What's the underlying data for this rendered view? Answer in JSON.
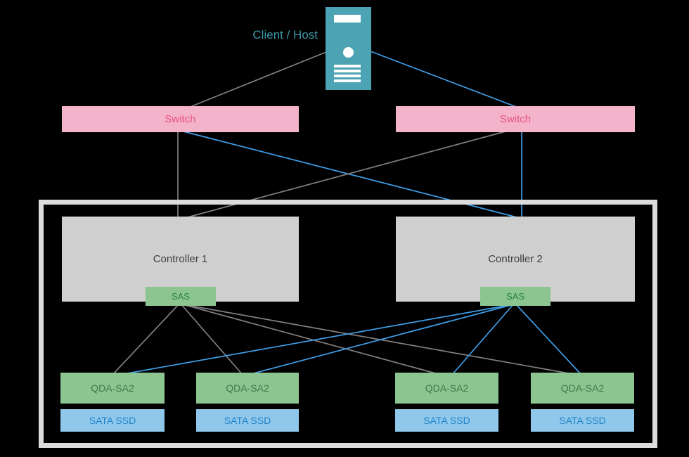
{
  "client_host": {
    "label": "Client / Host"
  },
  "switches": [
    {
      "label": "Switch"
    },
    {
      "label": "Switch"
    }
  ],
  "controllers": [
    {
      "label": "Controller 1"
    },
    {
      "label": "Controller 2"
    }
  ],
  "sas_ports": [
    {
      "label": "SAS"
    },
    {
      "label": "SAS"
    }
  ],
  "adapters": [
    {
      "label": "QDA-SA2"
    },
    {
      "label": "QDA-SA2"
    },
    {
      "label": "QDA-SA2"
    },
    {
      "label": "QDA-SA2"
    }
  ],
  "drives": [
    {
      "label": "SATA SSD"
    },
    {
      "label": "SATA SSD"
    },
    {
      "label": "SATA SSD"
    },
    {
      "label": "SATA SSD"
    }
  ],
  "colors": {
    "background": "#000000",
    "server-teal": "#4BA3B3",
    "teal-text": "#3C96A6",
    "switch-pink": "#F3B3CB",
    "switch-text": "#E8537F",
    "controller-gray": "#CFCFCF",
    "controller-text": "#3E3E3E",
    "green-box": "#8CC590",
    "sas-text": "#27803C",
    "adapter-text": "#3E7947",
    "drive-blue": "#90C8EB",
    "drive-text": "#1F83C9",
    "line-gray": "#808080",
    "line-blue": "#3F9EE8",
    "enclosure-border": "#DCDCDC"
  },
  "connections": [
    {
      "from": "server",
      "to": "switch-1",
      "color": "gray"
    },
    {
      "from": "server",
      "to": "switch-2",
      "color": "blue"
    },
    {
      "from": "switch-1",
      "to": "controller-1",
      "color": "gray"
    },
    {
      "from": "switch-1",
      "to": "controller-2",
      "color": "blue"
    },
    {
      "from": "switch-2",
      "to": "controller-1",
      "color": "gray"
    },
    {
      "from": "switch-2",
      "to": "controller-2",
      "color": "blue"
    },
    {
      "from": "sas-1",
      "to": "qda-1",
      "color": "gray"
    },
    {
      "from": "sas-1",
      "to": "qda-2",
      "color": "gray"
    },
    {
      "from": "sas-1",
      "to": "qda-3",
      "color": "gray"
    },
    {
      "from": "sas-1",
      "to": "qda-4",
      "color": "gray"
    },
    {
      "from": "sas-2",
      "to": "qda-1",
      "color": "blue"
    },
    {
      "from": "sas-2",
      "to": "qda-2",
      "color": "blue"
    },
    {
      "from": "sas-2",
      "to": "qda-3",
      "color": "blue"
    },
    {
      "from": "sas-2",
      "to": "qda-4",
      "color": "blue"
    }
  ]
}
